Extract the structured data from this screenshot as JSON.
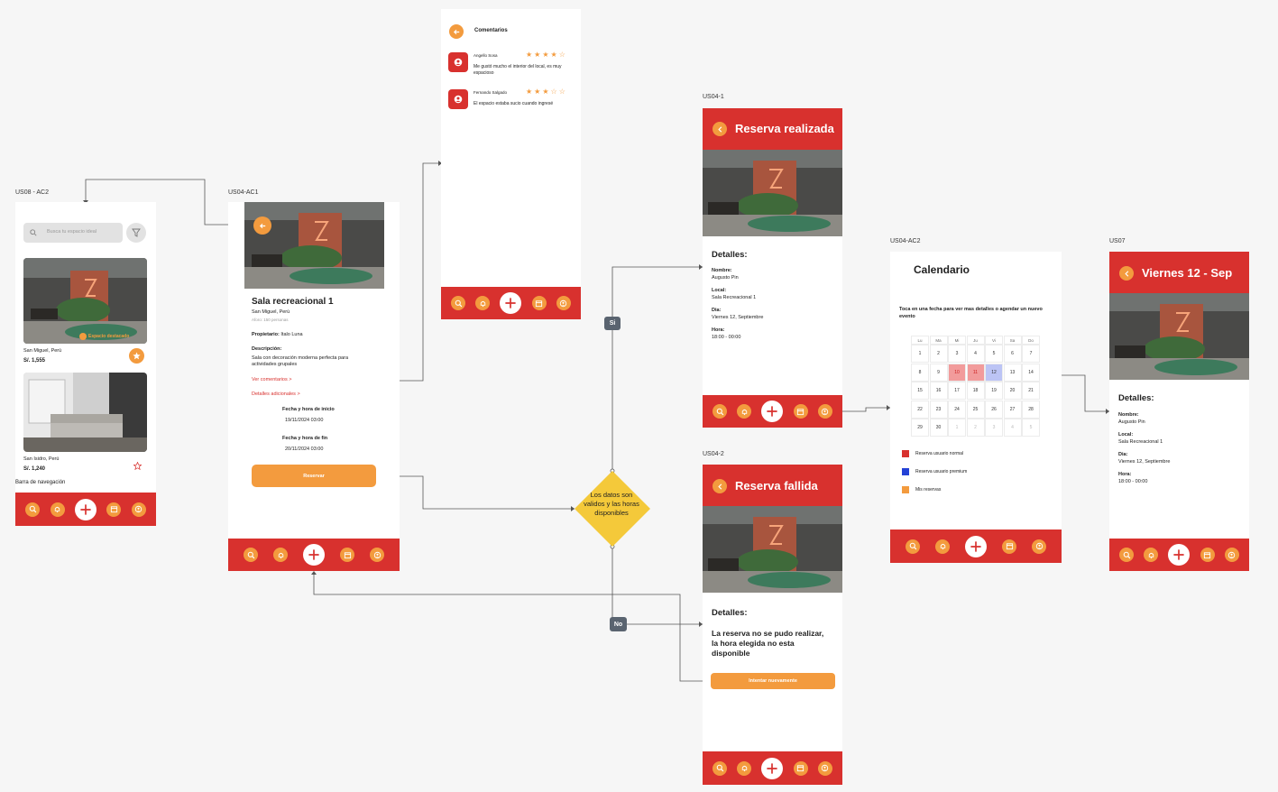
{
  "frames": {
    "us08": {
      "label": "US08 - AC2",
      "search_placeholder": "Busca tu espacio ideal",
      "card1_badge": "Espacio destacado",
      "card1_location": "San Miguel, Perú",
      "card1_price": "S/. 1,555",
      "card2_location": "San Isidro, Perú",
      "card2_price": "S/. 1,240",
      "nav_caption": "Barra de navegación"
    },
    "us04ac1": {
      "label": "US04-AC1",
      "title": "Sala recreacional 1",
      "location": "San Miguel, Perú",
      "capacity": "Aforo: 150 personas",
      "owner_label": "Propietario:",
      "owner": "Italo Luna",
      "desc_label": "Descripción:",
      "desc": "Sala con decoración moderna perfecta para actividades grupales",
      "comments_link": "Ver comentarios >",
      "details_link": "Detalles adicionales >",
      "start_label": "Fecha y hora de inicio",
      "start_value": "19/11/2024 03:00",
      "end_label": "Fecha y hora de fin",
      "end_value": "20/11/2024 03:00",
      "reserve_button": "Reservar"
    },
    "comments": {
      "title": "Comentarios",
      "items": [
        {
          "author": "Angello Sosa",
          "stars": "★★★★☆",
          "text": "Me gustó mucho el interior del local, es muy espacioso"
        },
        {
          "author": "Fernando Salgado",
          "stars": "★★★☆☆",
          "text": "El espacio estaba sucio cuando ingresé"
        }
      ]
    },
    "us041": {
      "label": "US04-1",
      "title": "Reserva realizada",
      "details_title": "Detalles:",
      "name_label": "Nombre:",
      "name": "Augusto Pin",
      "local_label": "Local:",
      "local": "Sala Recreacional 1",
      "day_label": "Dia:",
      "day": "Viernes 12, Septiembre",
      "hour_label": "Hora:",
      "hour": "18:00 - 00:00"
    },
    "us042": {
      "label": "US04-2",
      "title": "Reserva fallida",
      "details_title": "Detalles:",
      "message": "La reserva no se pudo realizar, la hora elegida no esta disponible",
      "retry_button": "Intentar nuevamente"
    },
    "us04ac2": {
      "label": "US04-AC2",
      "title": "Calendario",
      "instructions": "Toca en una fecha para ver mas detalles o agendar un nuevo evento",
      "weekdays": [
        "Lu",
        "Ma",
        "Mi",
        "Ju",
        "Vi",
        "Sa",
        "Do"
      ],
      "weeks": [
        [
          "1",
          "2",
          "3",
          "4",
          "5",
          "6",
          "7"
        ],
        [
          "8",
          "9",
          "10",
          "11",
          "12",
          "13",
          "14"
        ],
        [
          "15",
          "16",
          "17",
          "18",
          "19",
          "20",
          "21"
        ],
        [
          "22",
          "23",
          "24",
          "25",
          "26",
          "27",
          "28"
        ],
        [
          "29",
          "30",
          "1",
          "2",
          "3",
          "4",
          "5"
        ]
      ],
      "legend": [
        {
          "text": "Reserva usuario normal",
          "color": "#d8312e"
        },
        {
          "text": "Reserva usuario premium",
          "color": "#2442d6"
        },
        {
          "text": "Mis reservas",
          "color": "#f39b3e"
        }
      ]
    },
    "us07": {
      "label": "US07",
      "title": "Viernes 12 - Sep",
      "details_title": "Detalles:",
      "name_label": "Nombre:",
      "name": "Augusto Pin",
      "local_label": "Local:",
      "local": "Sala Recreacional 1",
      "day_label": "Dia:",
      "day": "Viernes 12, Septiembre",
      "hour_label": "Hora:",
      "hour": "18:00 - 00:00"
    }
  },
  "flow": {
    "decision": "Los datos son validos y las horas disponibles",
    "yes_label": "Si",
    "no_label": "No"
  },
  "colors": {
    "brand_red": "#d8312e",
    "accent_orange": "#f39b3e",
    "decision_yellow": "#f4c93a",
    "badge_gray": "#5a6470"
  },
  "icons": [
    "search-icon",
    "bell-icon",
    "plus-icon",
    "calendar-icon",
    "user-icon",
    "back-arrow-icon",
    "filter-icon",
    "star-icon"
  ]
}
